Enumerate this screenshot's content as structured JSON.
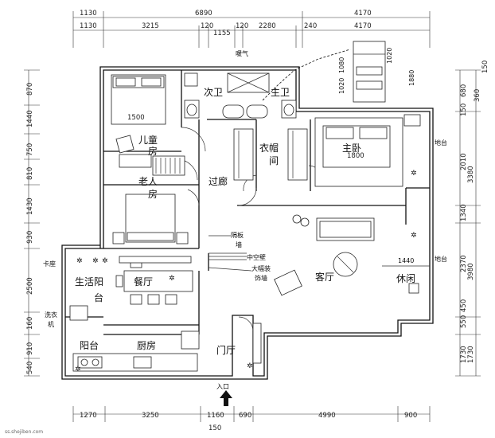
{
  "dims": {
    "top_outer": [
      "1130",
      "6890",
      "4170"
    ],
    "top_inner": [
      "1130",
      "3215",
      "120",
      "1155",
      "120",
      "2280",
      "240",
      "4170"
    ],
    "bottom": [
      "1270",
      "3250",
      "1160",
      "690",
      "4990",
      "900",
      "150"
    ],
    "left": [
      "870",
      "1440",
      "750",
      "810",
      "1430",
      "930",
      "2500",
      "160",
      "910",
      "540"
    ],
    "right_outer": [
      "3380",
      "3980",
      "1730"
    ],
    "right_inner": [
      "150",
      "680",
      "360",
      "150",
      "2010",
      "1340",
      "2370",
      "450",
      "550",
      "1730"
    ],
    "wardrobe": [
      "1880",
      "1080",
      "1020",
      "1020",
      "1500",
      "1800",
      "1440"
    ]
  },
  "rooms": {
    "kids": "儿童房",
    "kids_line1": "儿童",
    "kids_line2": "房",
    "elder_line1": "老人",
    "elder_line2": "房",
    "cloak_line1": "衣帽",
    "cloak_line2": "间",
    "second_bath": "次卫",
    "master_bath": "主卫",
    "master": "主卧",
    "corridor": "过廊",
    "living": "客厅",
    "leisure": "休闲",
    "dining": "餐厅",
    "utility_line1": "生活阳",
    "utility_line2": "台",
    "balcony": "阳台",
    "kitchen": "厨房",
    "foyer": "门厅"
  },
  "notes": {
    "heater": "暖气",
    "step1": "地台",
    "step2": "地台",
    "partition_line1": "隔板",
    "partition_line2": "墙",
    "hollow_wall": "中空壁",
    "deco_line1": "大幅装",
    "deco_line2": "饰墙",
    "card": "卡座",
    "washer_line1": "洗衣",
    "washer_line2": "机",
    "entry": "入口"
  },
  "watermark": "ss.shejiben.com"
}
